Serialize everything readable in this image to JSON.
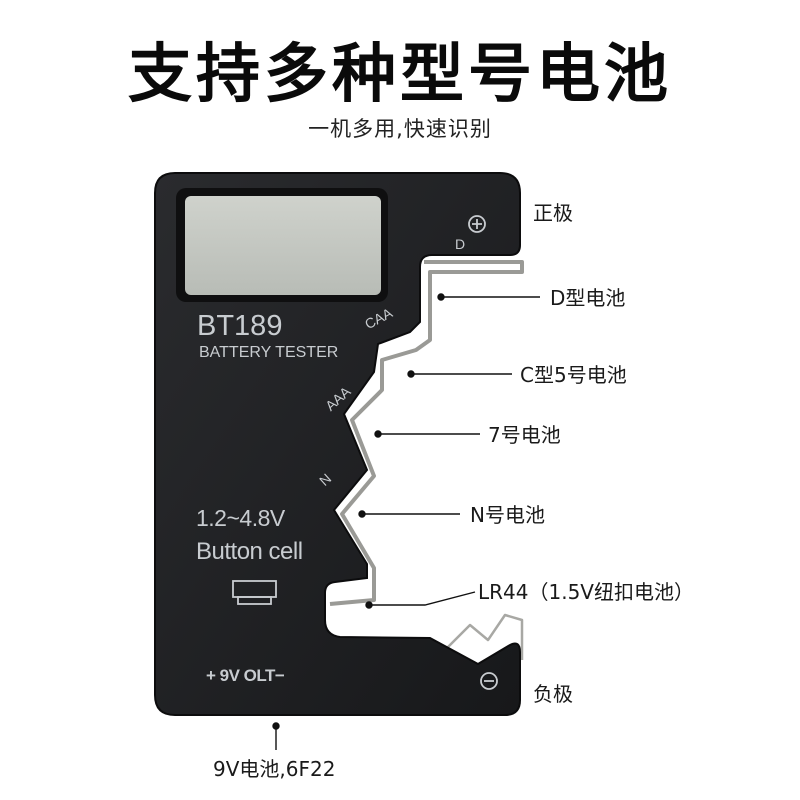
{
  "header": {
    "title": "支持多种型号电池",
    "subtitle": "一机多用,快速识别"
  },
  "device": {
    "model": "BT189",
    "name": "BATTERY TESTER",
    "voltage_range": "1.2~4.8V",
    "button_cell_label": "Button cell",
    "slot_labels": {
      "d": "D",
      "caa": "CAA",
      "aaa": "AAA",
      "n": "N"
    },
    "nine_volt_label": "+ 9V OLT−",
    "positive_icon": "plus-circle-icon",
    "negative_icon": "minus-circle-icon",
    "body_color": "#1f2022",
    "lcd_color": "#c4c8c2",
    "text_color": "#c8ccd0"
  },
  "callouts": {
    "positive": "正极",
    "d_battery": "D型电池",
    "c_aa_battery": "C型5号电池",
    "aaa_battery": "7号电池",
    "n_battery": "N号电池",
    "lr44": "LR44（1.5V纽扣电池）",
    "negative": "负极",
    "nine_volt": "9V电池,6F22"
  }
}
